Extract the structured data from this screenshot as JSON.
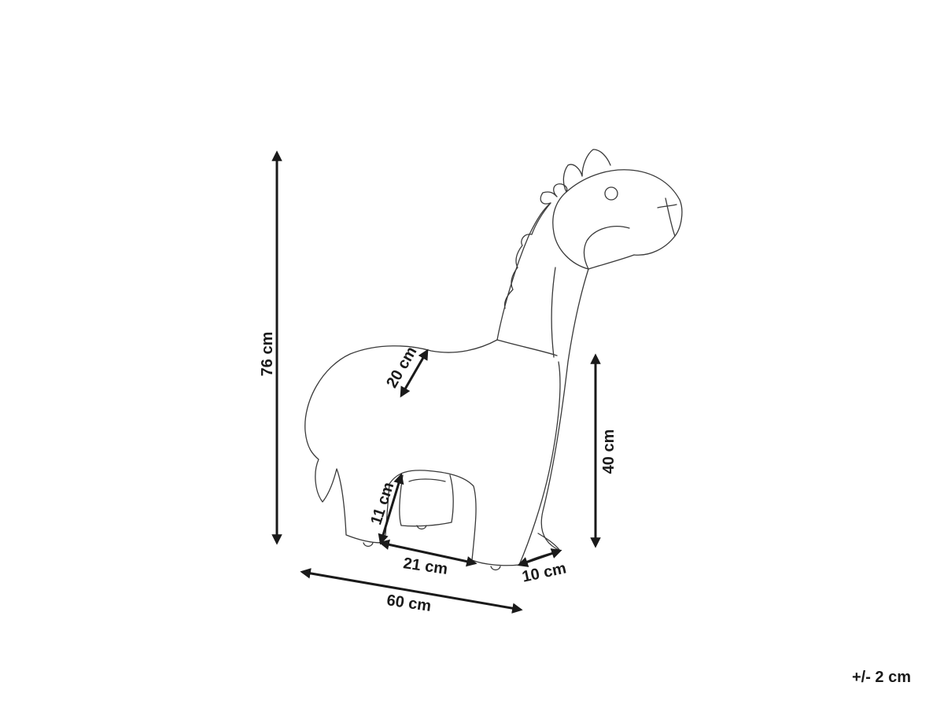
{
  "dimensions": {
    "height_total": "76 cm",
    "seat_height": "40 cm",
    "body_depth": "20 cm",
    "leg_height": "11 cm",
    "leg_width": "21 cm",
    "leg_depth": "10 cm",
    "length_total": "60 cm"
  },
  "tolerance": "+/- 2 cm",
  "colors": {
    "outline": "#3a3a3a",
    "dimension": "#1a1a1a",
    "background": "#ffffff"
  }
}
